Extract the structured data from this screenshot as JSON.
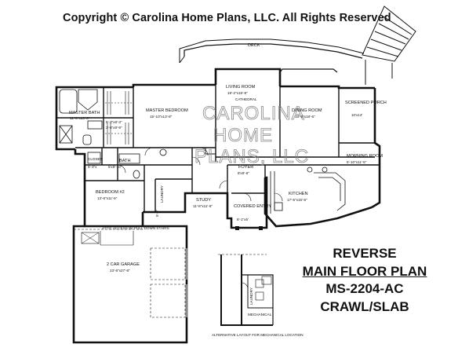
{
  "header": {
    "copyright": "Copyright © Carolina Home Plans, LLC. All Rights Reserved"
  },
  "watermark": {
    "line1": "CAROLINA",
    "line2": "HOME",
    "line3": "PLANS, LLC"
  },
  "rooms": {
    "deck": "DECK",
    "living_room": "LIVING ROOM",
    "living_room_size": "19'-2\"x15'-8\"",
    "cathedral": "CATHEDRAL",
    "master_bath": "MASTER BATH",
    "master_bath_size": "11'-6\"x13'-6\"",
    "master_closet": "5'-3\"x8'-3\"",
    "master_closet_2": "3'-6\"x8'-9\"",
    "master_bedroom": "MASTER BEDROOM",
    "master_bedroom_size": "15'-10\"x13'-8\"",
    "dining_room": "DINING ROOM",
    "dining_room_size": "13'-5\"x18'-6\"",
    "screened_porch": "SCREENED PORCH",
    "screened_porch_size": "10'x14'",
    "closet": "CLOSET",
    "closet_size": "5'-3\"x",
    "bath": "BATH",
    "bath_size": "5'x9'-10\"",
    "morning_room": "MORNING ROOM",
    "morning_room_size": "5'-10\"x11'-5\"",
    "foyer": "FOYER",
    "foyer_size": "8'x9'-6\"",
    "bedroom2": "BEDROOM #2",
    "bedroom2_size": "13'-6\"x11'-6\"",
    "laundry": "LAUNDRY",
    "laundry_size": "5'-9\"",
    "study": "STUDY",
    "study_size": "11'-8\"x11'-6\"",
    "kitchen": "KITCHEN",
    "kitchen_size": "17'-5\"x15'-6\"",
    "covered_entry": "COVERED ENTRY",
    "covered_entry_size": "8'-1\"x5'",
    "attic_note": "ATTIC ACCESS W/ PULL DOWN STAIRS",
    "garage": "2 CAR GARAGE",
    "garage_size": "23'-8\"x27'-8\"",
    "alt_laundry": "LAUNDRY",
    "alt_mechanical": "MECHANICAL",
    "alt_caption": "ALTERNATIVE LAYOUT FOR MECHANICAL LOCATION"
  },
  "title_block": {
    "line1": "REVERSE",
    "line2": "MAIN FLOOR PLAN",
    "line3": "MS-2204-AC",
    "line4": "CRAWL/SLAB"
  }
}
